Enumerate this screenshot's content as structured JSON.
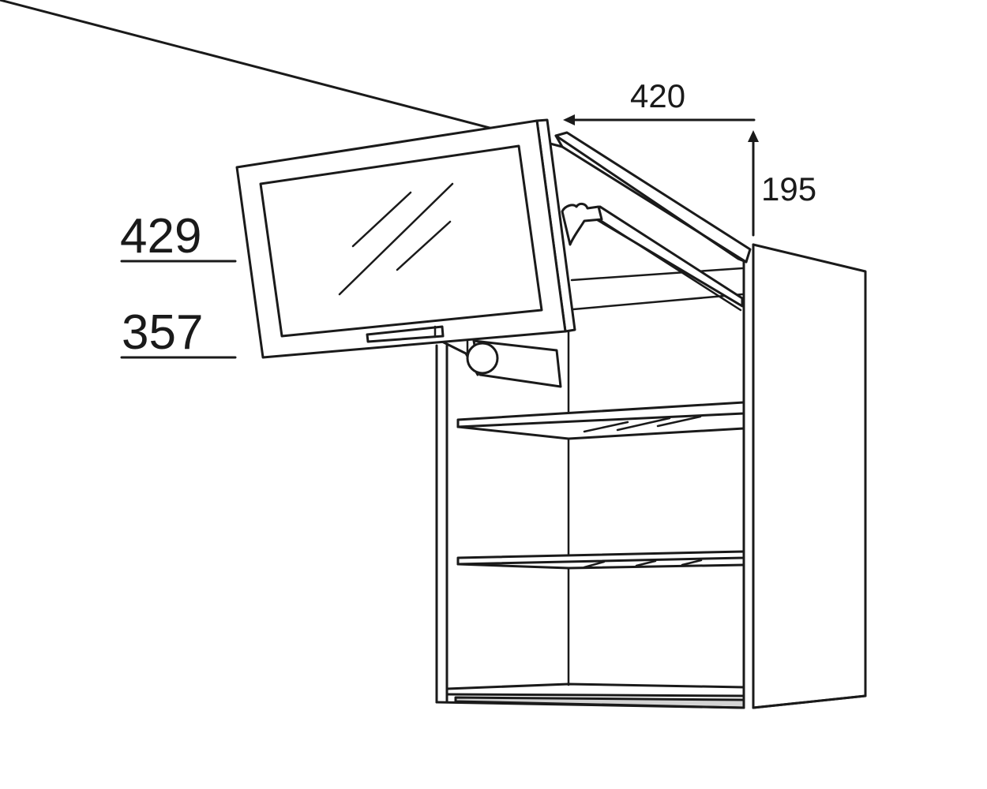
{
  "diagram": {
    "type": "cabinet-lift-up-door-drawing",
    "dimensions": {
      "door_swing_width": "420",
      "door_swing_height": "195",
      "height_upper": "429",
      "height_lower": "357"
    },
    "colors": {
      "line": "#1a1a1a",
      "background": "#ffffff",
      "bottom_rail": "#d4d4d4"
    }
  }
}
